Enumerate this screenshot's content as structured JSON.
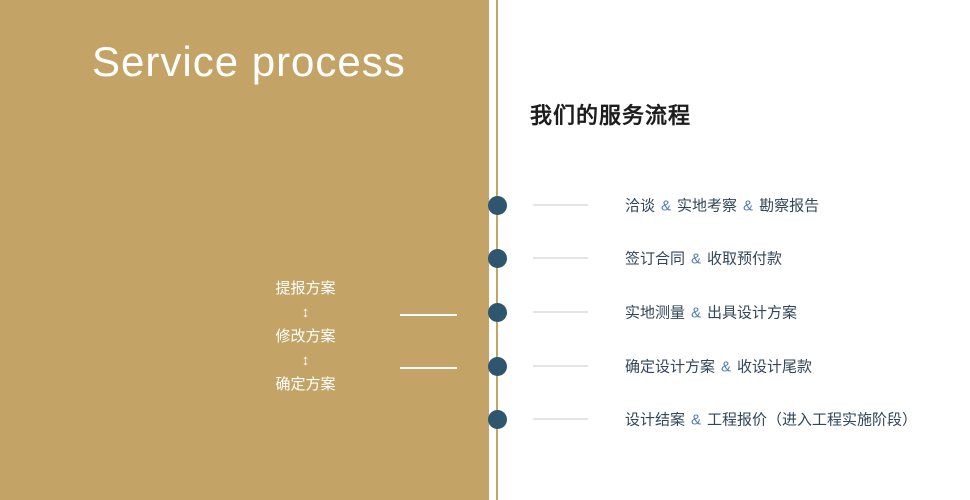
{
  "colors": {
    "gold": "#c3a466",
    "dot_navy": "#2e566f",
    "ampersand_blue": "#4f7fae",
    "text_dark": "#32465a",
    "line_grey": "#c9c9c9",
    "heading_dark": "#1d1d1d",
    "panel_text_white": "#ffffff"
  },
  "left_panel": {
    "title": "Service process",
    "arrow": "↕",
    "steps": [
      "提报方案",
      "修改方案",
      "确定方案"
    ]
  },
  "right_panel": {
    "heading": "我们的服务流程",
    "separator": "&",
    "rows": [
      {
        "segments": [
          "洽谈",
          "实地考察",
          "勘察报告"
        ]
      },
      {
        "segments": [
          "签订合同",
          "收取预付款"
        ]
      },
      {
        "segments": [
          "实地测量",
          "出具设计方案"
        ]
      },
      {
        "segments": [
          "确定设计方案",
          "收设计尾款"
        ]
      },
      {
        "segments": [
          "设计结案",
          "工程报价（进入工程实施阶段）"
        ]
      }
    ]
  }
}
